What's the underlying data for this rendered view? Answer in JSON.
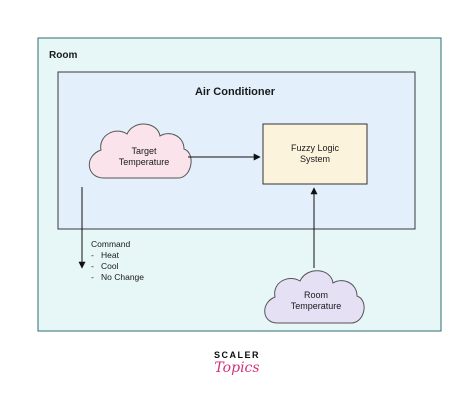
{
  "room": {
    "label": "Room"
  },
  "air_conditioner": {
    "label": "Air Conditioner"
  },
  "target_temperature": {
    "line1": "Target",
    "line2": "Temperature"
  },
  "fuzzy_logic": {
    "line1": "Fuzzy Logic",
    "line2": "System"
  },
  "room_temperature": {
    "line1": "Room",
    "line2": "Temperature"
  },
  "command": {
    "title": "Command",
    "items": [
      "Heat",
      "Cool",
      "No Change"
    ]
  },
  "logo": {
    "top": "SCALER",
    "bottom": "Topics"
  },
  "colors": {
    "room_fill": "#e7f6f6",
    "room_stroke": "#2f6f6f",
    "ac_fill": "#e3f0fb",
    "ac_stroke": "#3a3a3a",
    "target_cloud_fill": "#fbe3ec",
    "fuzzy_box_fill": "#fcf3dc",
    "room_cloud_fill": "#e6e0f5",
    "arrow": "#111111",
    "logo_accent": "#d4307c"
  }
}
